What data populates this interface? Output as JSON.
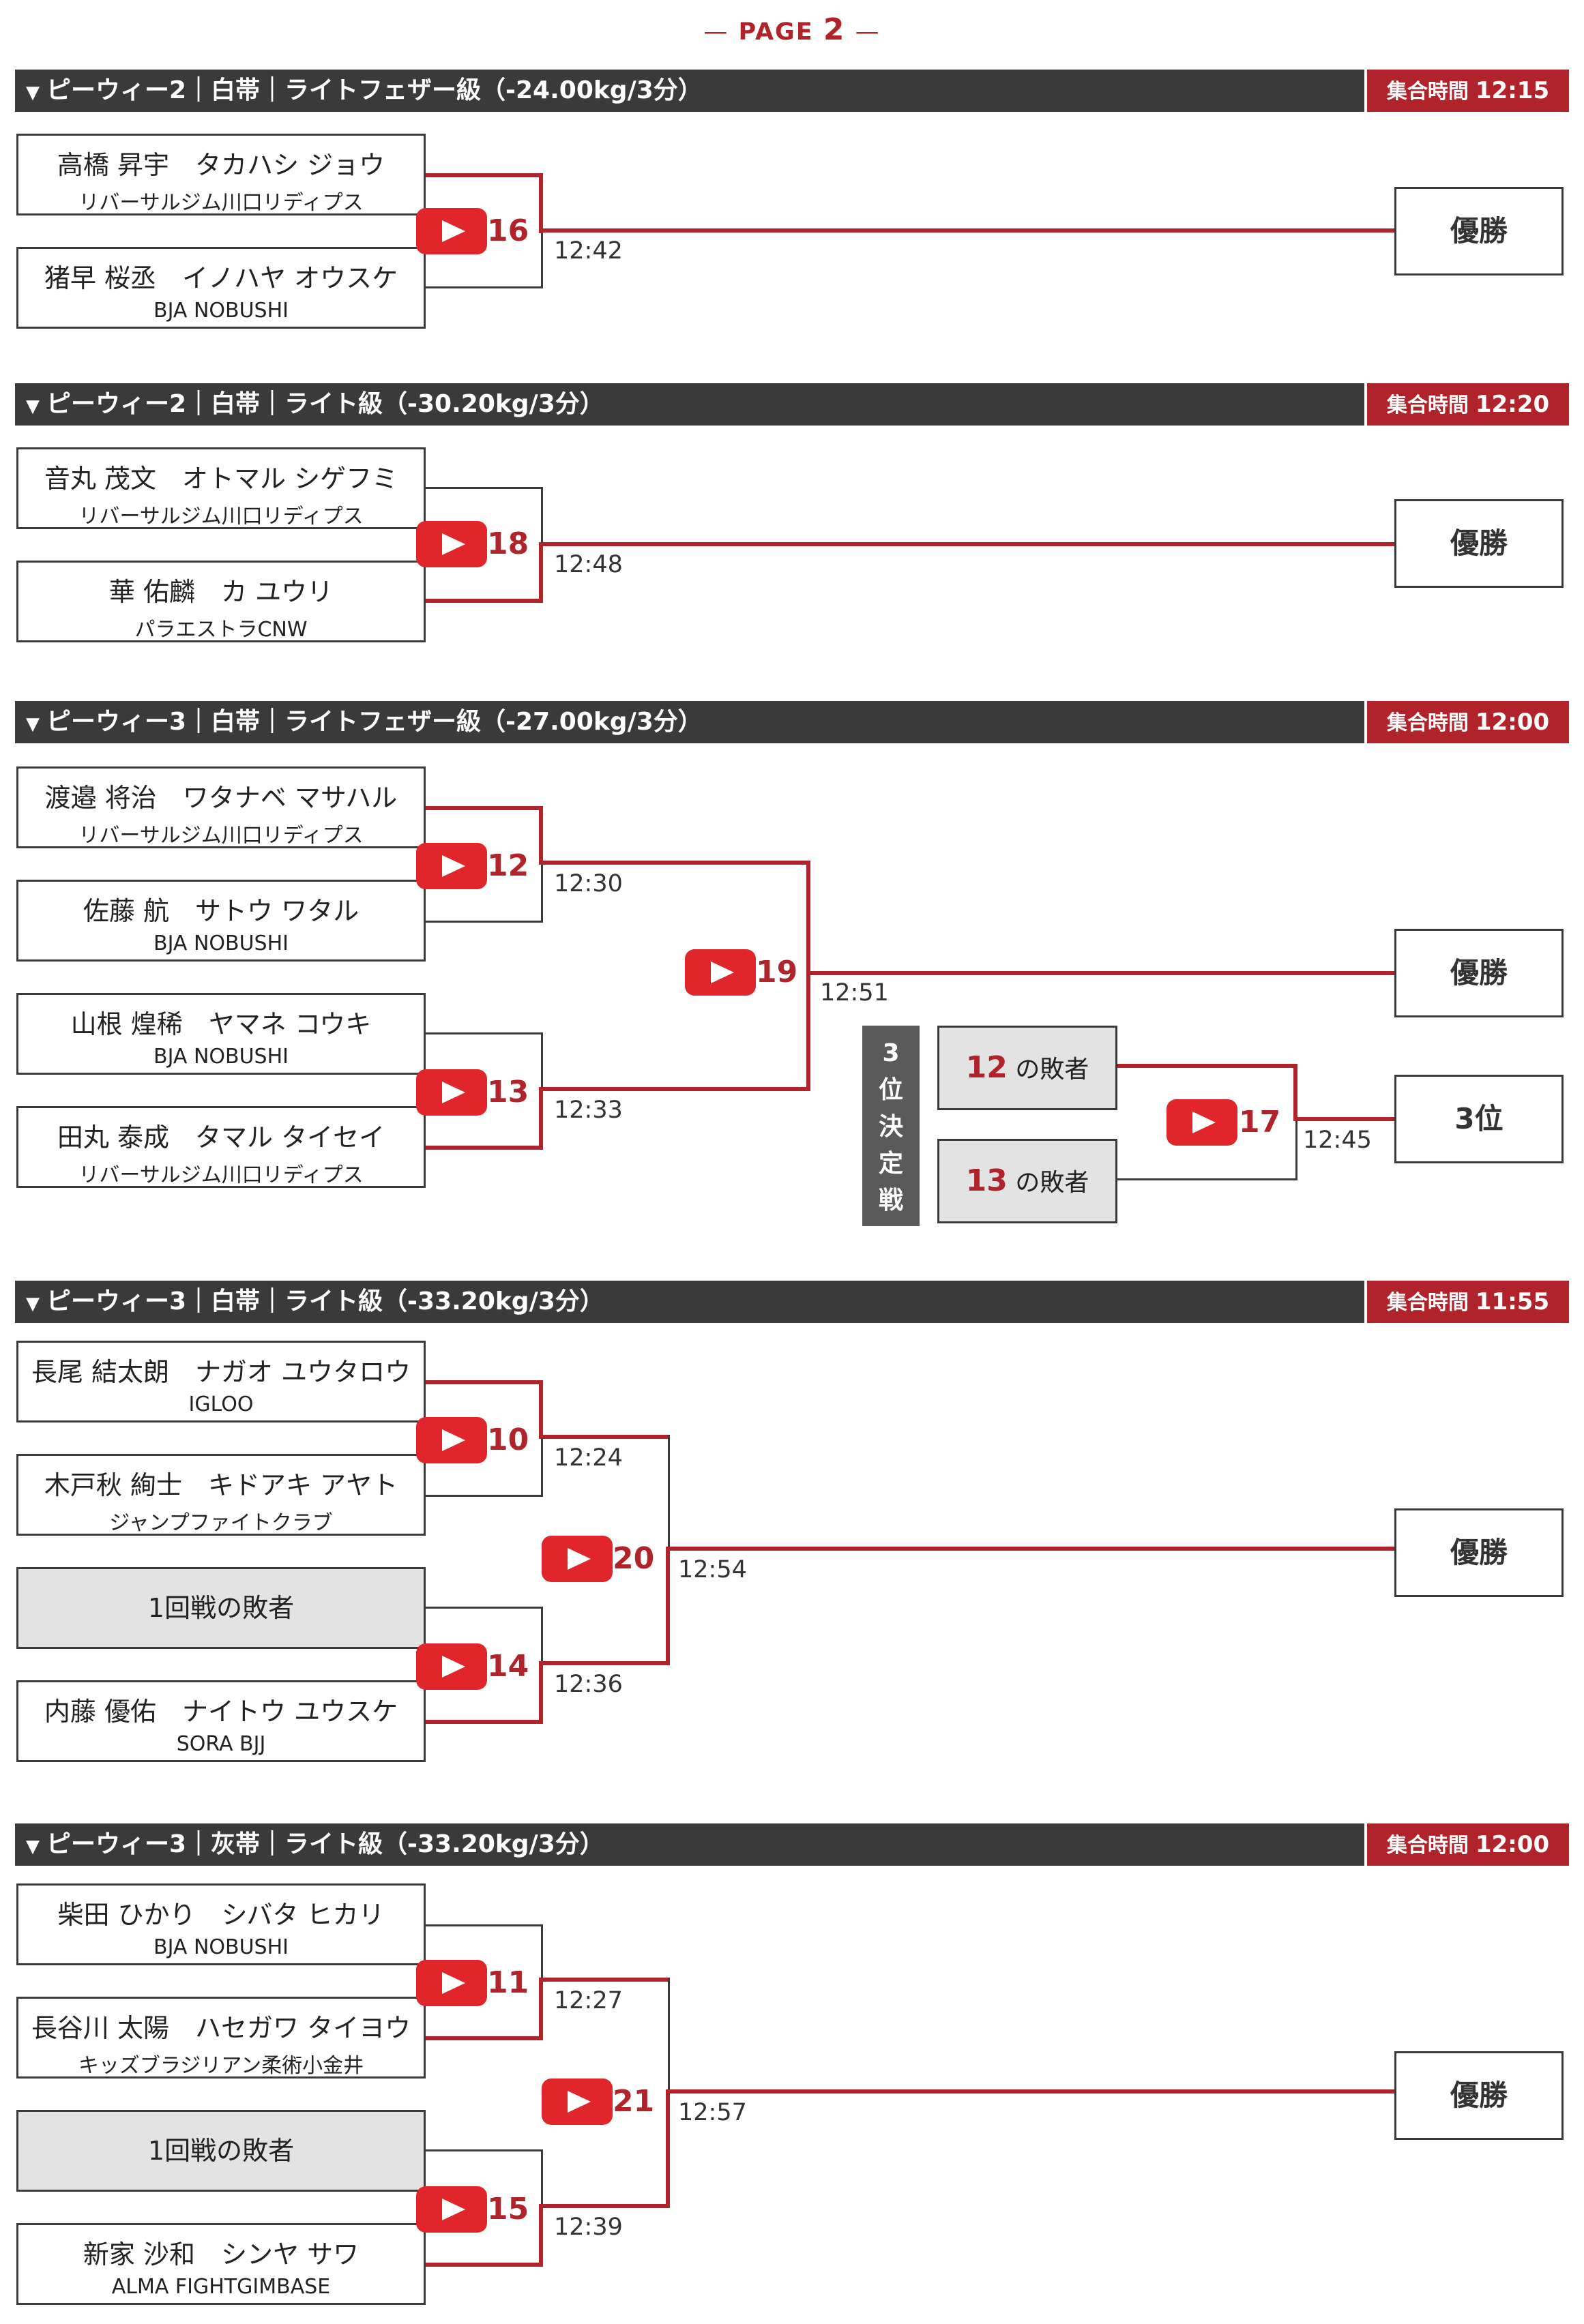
{
  "page_label": {
    "prefix": "—",
    "text": "PAGE",
    "number": "2",
    "suffix": "—"
  },
  "gather_label": "集合時間",
  "champion_label": "優勝",
  "sections": [
    {
      "title": "ピーウィー2｜白帯｜ライトフェザー級（-24.00kg/3分）",
      "gather_time": "12:15",
      "players": [
        {
          "name": "高橋 昇宇　タカハシ ジョウ",
          "team": "リバーサルジム川口リディプス"
        },
        {
          "name": "猪早 桜丞　イノハヤ オウスケ",
          "team": "BJA NOBUSHI"
        }
      ],
      "matches": [
        {
          "num": "16",
          "time": "12:42"
        }
      ]
    },
    {
      "title": "ピーウィー2｜白帯｜ライト級（-30.20kg/3分）",
      "gather_time": "12:20",
      "players": [
        {
          "name": "音丸 茂文　オトマル シゲフミ",
          "team": "リバーサルジム川口リディプス"
        },
        {
          "name": "華 佑麟　カ ユウリ",
          "team": "パラエストラCNW"
        }
      ],
      "matches": [
        {
          "num": "18",
          "time": "12:48"
        }
      ]
    },
    {
      "title": "ピーウィー3｜白帯｜ライトフェザー級（-27.00kg/3分）",
      "gather_time": "12:00",
      "players": [
        {
          "name": "渡邉 将治　ワタナベ マサハル",
          "team": "リバーサルジム川口リディプス"
        },
        {
          "name": "佐藤 航　サトウ ワタル",
          "team": "BJA NOBUSHI"
        },
        {
          "name": "山根 煌稀　ヤマネ コウキ",
          "team": "BJA NOBUSHI"
        },
        {
          "name": "田丸 泰成　タマル タイセイ",
          "team": "リバーサルジム川口リディプス"
        }
      ],
      "matches": [
        {
          "num": "12",
          "time": "12:30"
        },
        {
          "num": "13",
          "time": "12:33"
        },
        {
          "num": "19",
          "time": "12:51"
        },
        {
          "num": "17",
          "time": "12:45"
        }
      ],
      "third_place": {
        "label_chars": [
          "3",
          "位",
          "決",
          "定",
          "戦"
        ],
        "losers": [
          {
            "num": "12",
            "text": " の敗者"
          },
          {
            "num": "13",
            "text": " の敗者"
          }
        ],
        "result_label": "3位"
      }
    },
    {
      "title": "ピーウィー3｜白帯｜ライト級（-33.20kg/3分）",
      "gather_time": "11:55",
      "players": [
        {
          "name": "長尾 結太朗　ナガオ ユウタロウ",
          "team": "IGLOO"
        },
        {
          "name": "木戸秋 絢士　キドアキ アヤト",
          "team": "ジャンプファイトクラブ"
        },
        {
          "loser": "1回戦の敗者"
        },
        {
          "name": "内藤 優佑　ナイトウ ユウスケ",
          "team": "SORA BJJ"
        }
      ],
      "matches": [
        {
          "num": "10",
          "time": "12:24"
        },
        {
          "num": "14",
          "time": "12:36"
        },
        {
          "num": "20",
          "time": "12:54"
        }
      ]
    },
    {
      "title": "ピーウィー3｜灰帯｜ライト級（-33.20kg/3分）",
      "gather_time": "12:00",
      "players": [
        {
          "name": "柴田 ひかり　シバタ ヒカリ",
          "team": "BJA NOBUSHI"
        },
        {
          "name": "長谷川 太陽　ハセガワ タイヨウ",
          "team": "キッズブラジリアン柔術小金井"
        },
        {
          "loser": "1回戦の敗者"
        },
        {
          "name": "新家 沙和　シンヤ サワ",
          "team": "ALMA FIGHTGIMBASE"
        }
      ],
      "matches": [
        {
          "num": "11",
          "time": "12:27"
        },
        {
          "num": "15",
          "time": "12:39"
        },
        {
          "num": "21",
          "time": "12:57"
        }
      ]
    }
  ]
}
